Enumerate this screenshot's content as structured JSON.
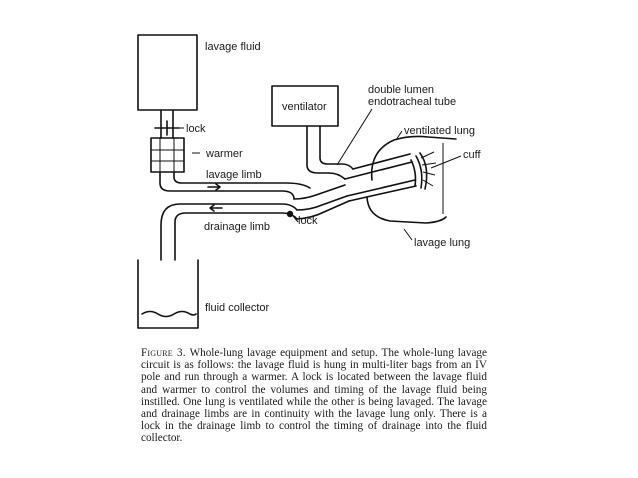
{
  "labels": {
    "lavage_fluid": "lavage fluid",
    "lock_top": "lock",
    "warmer": "warmer",
    "lavage_limb": "lavage limb",
    "drainage_limb": "drainage limb",
    "lock_mid": "lock",
    "fluid_collector": "fluid collector",
    "ventilator": "ventilator",
    "tube_line1": "double lumen",
    "tube_line2": "endotracheal tube",
    "ventilated_lung": "ventilated lung",
    "cuff": "cuff",
    "lavage_lung": "lavage lung"
  },
  "caption": {
    "label": "Figure 3.",
    "text": "Whole-lung lavage equipment and setup. The whole-lung lavage circuit is as follows: the lavage fluid is hung in multi-liter bags from an IV pole and run through a warmer. A lock is located between the lavage fluid and warmer to control the volumes and timing of the lavage fluid being instilled. One lung is ventilated while the other is being lavaged. The lavage and drainage limbs are in continuity with the lavage lung only. There is a lock in the drainage limb to control the timing of drainage into the fluid collector."
  }
}
